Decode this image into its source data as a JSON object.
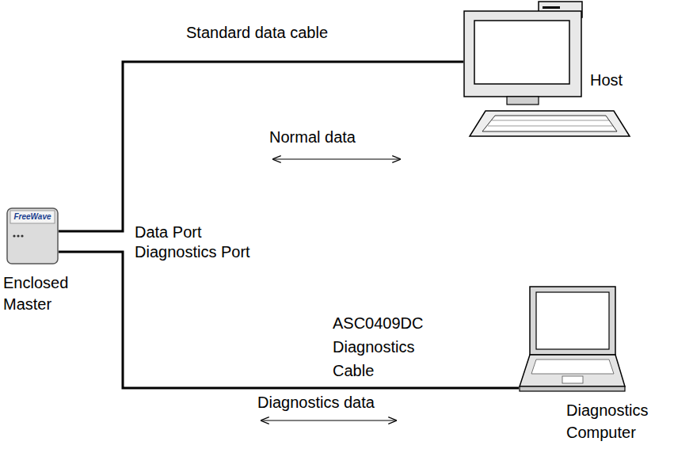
{
  "diagram": {
    "nodes": [
      {
        "text": [
          "FreeWave",
          "Enclosed Master"
        ]
      },
      {
        "text": [
          "Host"
        ]
      },
      {
        "text": [
          "Diagnostics Computer"
        ]
      }
    ],
    "edges": [
      {
        "from": 0,
        "to": 1,
        "label": "Standard data cable",
        "arrow": "none"
      },
      {
        "from": 0,
        "to": 2,
        "label": "ASC0409DC Diagnostics Cable",
        "arrow": "none"
      }
    ],
    "labels": [
      "Normal data",
      "Data Port",
      "Diagnostics Port",
      "Diagnostics data"
    ]
  }
}
